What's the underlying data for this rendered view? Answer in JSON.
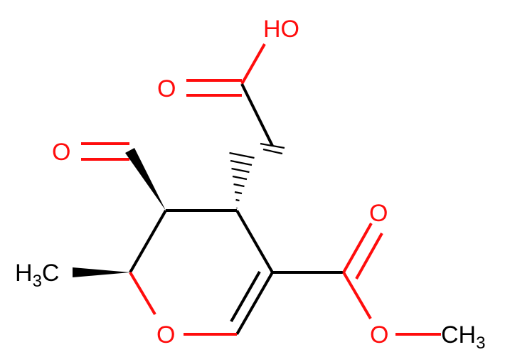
{
  "molecule": {
    "labels": {
      "hydroxyl": "HO",
      "acid_carbonyl_o": "O",
      "aldehyde_o": "O",
      "ester_carbonyl_o": "O",
      "ester_o": "O",
      "ring_o": "O",
      "methyl_left_h": "H",
      "methyl_left_sub": "3",
      "methyl_left_c": "C",
      "methyl_right_c": "CH",
      "methyl_right_sub": "3"
    },
    "colors": {
      "carbon": "#000000",
      "oxygen": "#ff0d0d",
      "background": "#ffffff"
    }
  }
}
